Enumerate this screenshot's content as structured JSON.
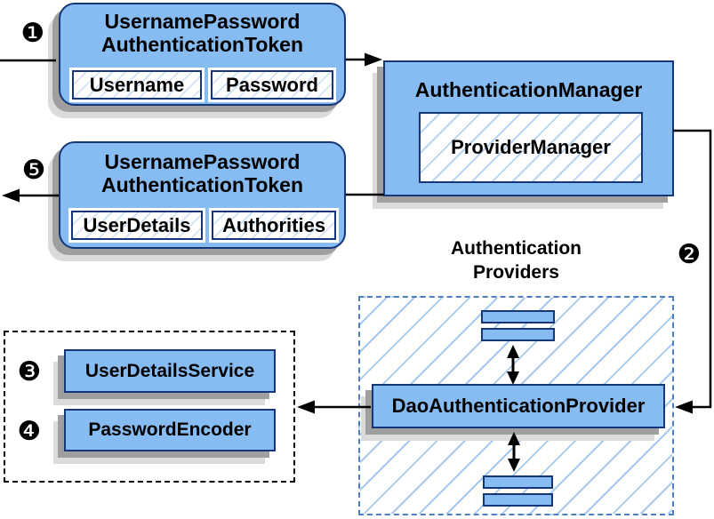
{
  "badges": {
    "step1": "❶",
    "step2": "❷",
    "step3": "❸",
    "step4": "❹",
    "step5": "❺"
  },
  "request_token": {
    "title_line1": "UsernamePassword",
    "title_line2": "AuthenticationToken",
    "fields": [
      "Username",
      "Password"
    ]
  },
  "authentication_manager": {
    "title": "AuthenticationManager",
    "inner_label": "ProviderManager"
  },
  "response_token": {
    "title_line1": "UsernamePassword",
    "title_line2": "AuthenticationToken",
    "fields": [
      "UserDetails",
      "Authorities"
    ]
  },
  "authentication_providers": {
    "heading_line1": "Authentication",
    "heading_line2": "Providers",
    "provider_label": "DaoAuthenticationProvider"
  },
  "collaborators": {
    "fields": [
      "UserDetailsService",
      "PasswordEncoder"
    ]
  },
  "colors": {
    "box_fill": "#87BCF2",
    "box_border": "#15377A",
    "hatch_line": "#A6C9EE",
    "dashed_provider_border": "#4E7FC4",
    "dashed_collaborator_border": "#000000",
    "shadow_dark": "#9F9F9F",
    "shadow_light": "#DBDBDB",
    "arrow": "#000000"
  }
}
